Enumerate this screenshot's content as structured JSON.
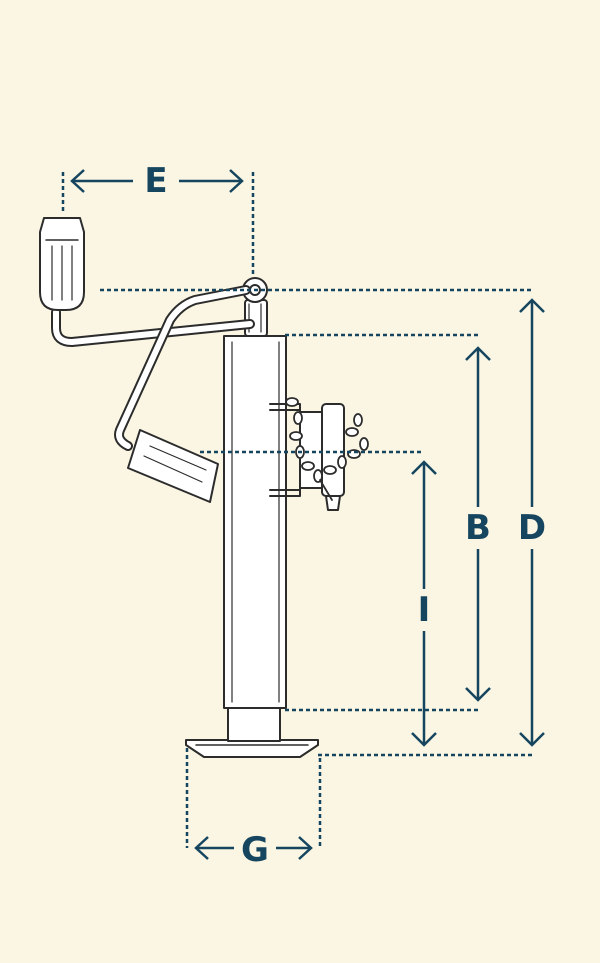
{
  "diagram": {
    "labels": {
      "e": "E",
      "g": "G",
      "b": "B",
      "d": "D",
      "i": "I"
    },
    "brand_mark": "",
    "colors": {
      "background": "#faf6e3",
      "dimension": "#16455f",
      "outline": "#2c2c2c"
    }
  }
}
